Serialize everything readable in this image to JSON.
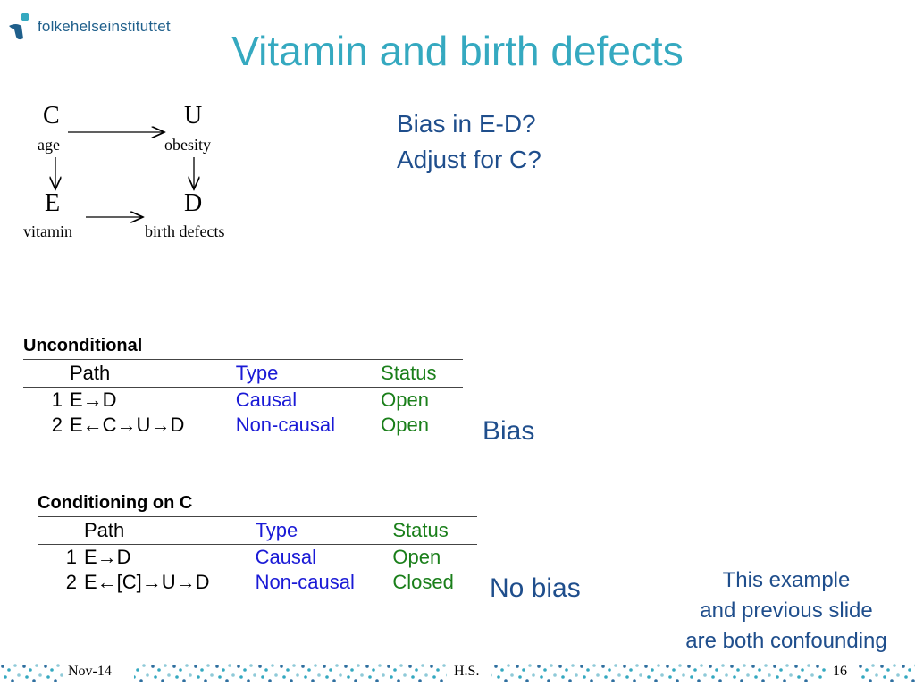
{
  "header": {
    "logo_text": "folkehelseinstituttet",
    "title": "Vitamin and birth defects"
  },
  "diagram": {
    "nodes": {
      "C": {
        "symbol": "C",
        "label": "age"
      },
      "U": {
        "symbol": "U",
        "label": "obesity"
      },
      "E": {
        "symbol": "E",
        "label": "vitamin"
      },
      "D": {
        "symbol": "D",
        "label": "birth defects"
      }
    },
    "edges": [
      {
        "from": "C",
        "to": "U"
      },
      {
        "from": "C",
        "to": "E"
      },
      {
        "from": "U",
        "to": "D"
      },
      {
        "from": "E",
        "to": "D"
      }
    ]
  },
  "questions": [
    "Bias in E-D?",
    "Adjust for C?"
  ],
  "unconditional": {
    "title": "Unconditional",
    "headers": {
      "path": "Path",
      "type": "Type",
      "status": "Status"
    },
    "rows": [
      {
        "num": "1",
        "path": "E→D",
        "type": "Causal",
        "status": "Open"
      },
      {
        "num": "2",
        "path": "E←C→U→D",
        "type": "Non-causal",
        "status": "Open"
      }
    ],
    "verdict": "Bias"
  },
  "conditioning": {
    "title": "Conditioning on C",
    "headers": {
      "path": "Path",
      "type": "Type",
      "status": "Status"
    },
    "rows": [
      {
        "num": "1",
        "path": "E→D",
        "type": "Causal",
        "status": "Open"
      },
      {
        "num": "2",
        "path": "E←[C]→U→D",
        "type": "Non-causal",
        "status": "Closed"
      }
    ],
    "verdict": "No bias"
  },
  "note": [
    "This example",
    "and previous slide",
    "are both confounding"
  ],
  "footer": {
    "date": "Nov-14",
    "author": "H.S.",
    "page": "16"
  },
  "colors": {
    "title": "#35a9c0",
    "text_blue": "#1f4e8c",
    "type_blue": "#1a1ad6",
    "status_green": "#1a7f1a"
  }
}
